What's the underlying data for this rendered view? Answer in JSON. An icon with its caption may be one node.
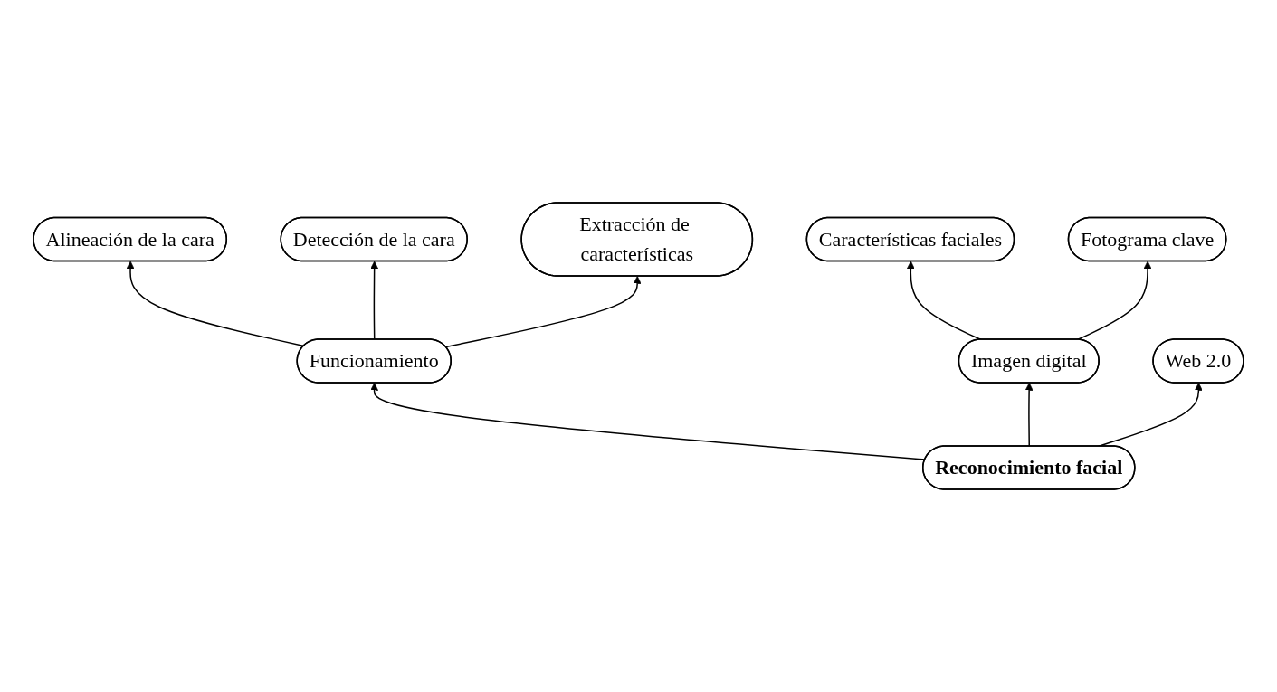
{
  "diagram": {
    "nodes": [
      {
        "text": [
          "Características faciales"
        ]
      },
      {
        "text": [
          "Alineación de la cara"
        ]
      },
      {
        "text": [
          "Fotograma clave"
        ]
      },
      {
        "text": [
          "Detección de la cara"
        ]
      },
      {
        "text": [
          "Imagen digital"
        ]
      },
      {
        "text": [
          "Funcionamiento"
        ]
      },
      {
        "text": [
          "Reconocimiento facial"
        ]
      },
      {
        "text": [
          "Web 2.0"
        ]
      },
      {
        "text": [
          "Extracción de características"
        ]
      }
    ],
    "edges": [
      {
        "from": 6,
        "to": 5,
        "arrow": "to"
      },
      {
        "from": 6,
        "to": 4,
        "arrow": "to"
      },
      {
        "from": 6,
        "to": 7,
        "arrow": "to"
      },
      {
        "from": 5,
        "to": 1,
        "arrow": "to"
      },
      {
        "from": 5,
        "to": 3,
        "arrow": "to"
      },
      {
        "from": 5,
        "to": 8,
        "arrow": "to"
      },
      {
        "from": 4,
        "to": 0,
        "arrow": "to"
      },
      {
        "from": 4,
        "to": 2,
        "arrow": "to"
      }
    ]
  }
}
